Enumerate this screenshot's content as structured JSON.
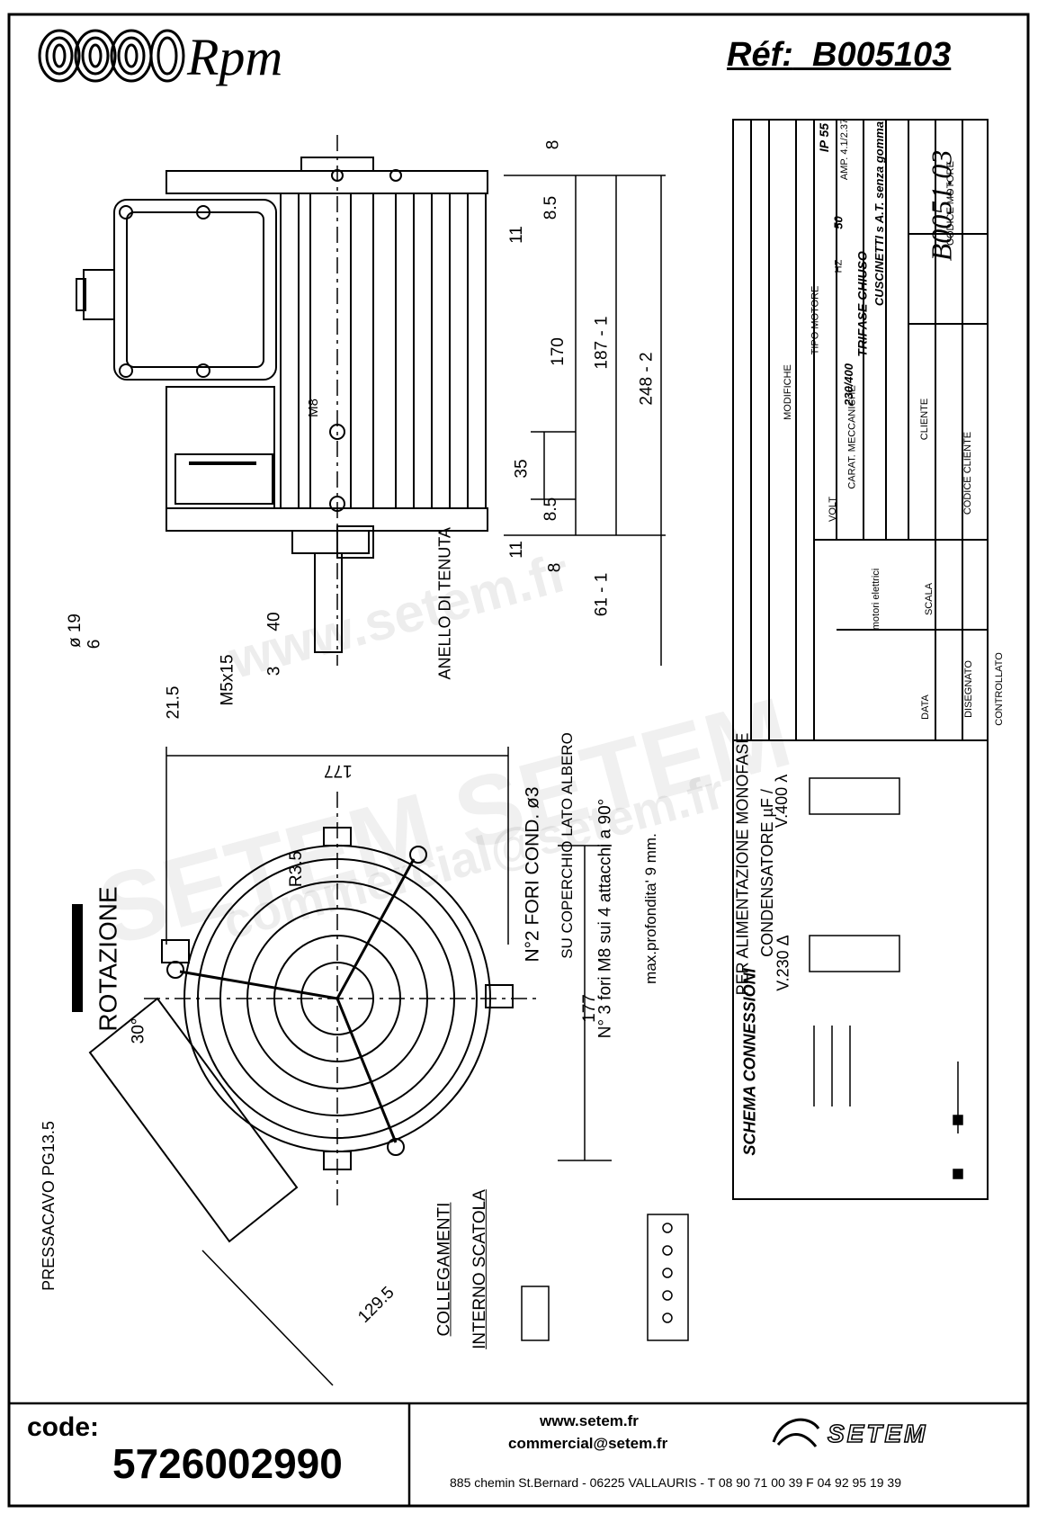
{
  "header": {
    "brand": "Rpm",
    "ref_label": "Réf:",
    "ref_code": "B005103"
  },
  "drawing": {
    "labels": {
      "rotazione": "ROTAZIONE",
      "pressacavo": "PRESSACAVO PG13.5",
      "anello": "ANELLO DI TENUTA",
      "fori_cond": "N°2 FORI COND. ø3",
      "coperchio": "SU COPERCHIO LATO ALBERO",
      "fori_m8": "N° 3 fori M8 sui 4 attacchi a 90°",
      "max_prof": "max.profondita' 9 mm.",
      "collegamenti1": "COLLEGAMENTI",
      "collegamenti2": "INTERNO SCATOLA",
      "schema": "SCHEMA CONNESSIONI",
      "alimentazione": "PER ALIMENTAZIONE MONOFASE",
      "condensatore": "CONDENSATORE µF /",
      "v230": "V.230 Δ",
      "v400": "V.400 λ"
    },
    "dims": {
      "d8a": "8",
      "d85a": "8.5",
      "d11a": "11",
      "d170": "170",
      "d187": "187 - 1",
      "d248": "248 - 2",
      "d35": "35",
      "d85b": "8.5",
      "d11b": "11",
      "d8b": "8",
      "d61": "61 - 1",
      "d40": "40",
      "d3": "3",
      "d19": "ø 19",
      "d6": "6",
      "d215": "21.5",
      "dm5": "M5x15",
      "d177a": "177",
      "d177b": "177",
      "d1295": "129.5",
      "d30": "30°",
      "dr35": "R3.5",
      "dm8": "M8"
    }
  },
  "title_block": {
    "tipo_motore_label": "TIPO MOTORE",
    "tipo_motore": "TRIFASE CHIUSO",
    "ip": "IP 55",
    "carat_label": "CARAT. MECCANICHE",
    "carat": "CUSCINETTI s A.T. senza gomma",
    "volt_label": "VOLT",
    "volt": "230/400",
    "hz_label": "HZ",
    "hz": "50",
    "amp": "AMP. 4.1/2.37",
    "codice_motore_label": "CODICE MOTORE",
    "codice_motore": "B0051.03",
    "cliente_label": "CLIENTE",
    "codice_cliente_label": "CODICE CLIENTE",
    "modifiche_label": "MODIFICHE",
    "data_label": "DATA",
    "scala_label": "SCALA",
    "disegnato_label": "DISEGNATO",
    "controllato_label": "CONTROLLATO",
    "brand_sub": "motori elettrici"
  },
  "footer": {
    "code_label": "code:",
    "code_value": "5726002990",
    "website": "www.setem.fr",
    "email": "commercial@setem.fr",
    "address": "885 chemin St.Bernard  -  06225 VALLAURIS  -  T 08 90 71 00 39  F 04 92 95 19 39",
    "logo_text": "SETEM"
  },
  "watermark": {
    "line1": "www.setem.fr",
    "line2": "SETEM SETEM",
    "line3": "commercial@setem.fr"
  }
}
